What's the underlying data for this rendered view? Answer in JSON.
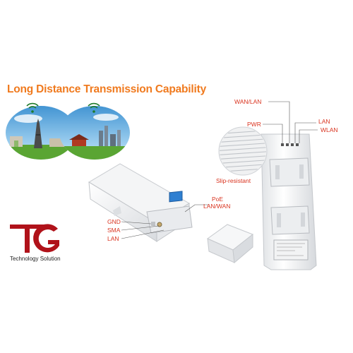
{
  "headline": "Long Distance Transmission Capability",
  "logo": {
    "tagline": "Technology Solution",
    "letters": "TG",
    "color": "#b0121a"
  },
  "left_labels": {
    "gnd": "GND",
    "sma": "SMA",
    "lan": "LAN",
    "poe": "PoE",
    "lan_wan": "LAN/WAN"
  },
  "right_labels": {
    "wan_lan": "WAN/LAN",
    "pwr": "PWR",
    "lan": "LAN",
    "wlan": "WLAN",
    "slip": "Slip-resistant"
  },
  "colors": {
    "accent": "#f07a1e",
    "callout": "#d9331f",
    "sky": "#4aa3dc",
    "grass": "#5aa533",
    "port_blue": "#2f7fd1"
  }
}
